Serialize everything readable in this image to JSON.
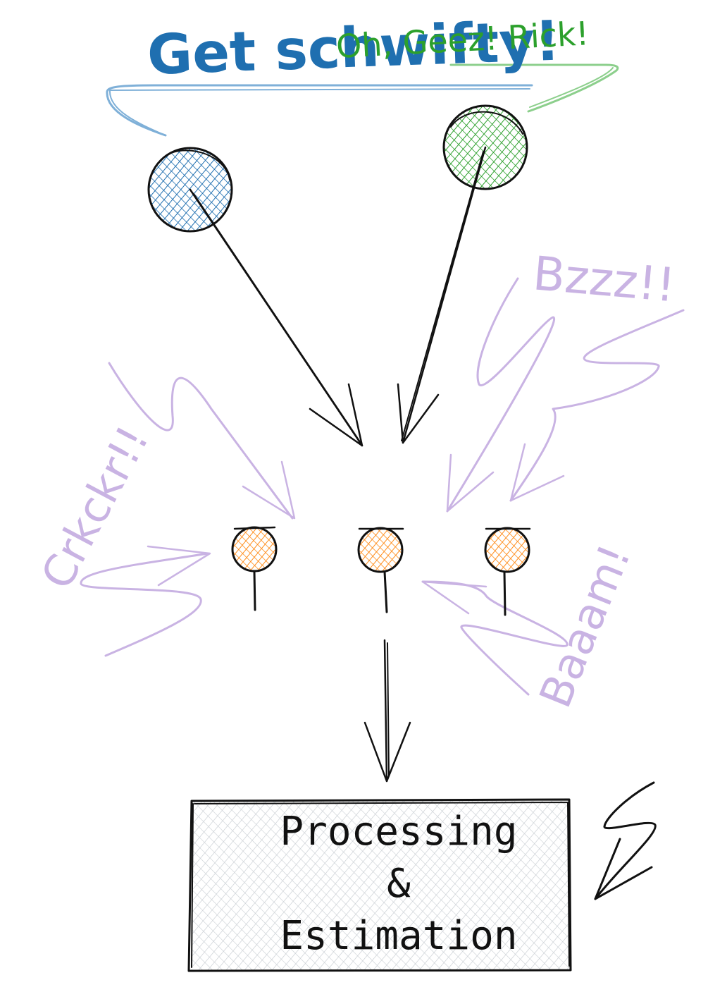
{
  "speech": {
    "blue": "Get schwifty!",
    "green": "Oh, Geez! Rick!"
  },
  "noise": {
    "left": "Crkckr!!",
    "right_top": "Bzzz!!",
    "right_bottom": "Baaam!"
  },
  "process_box": {
    "line1": "Processing",
    "line2": "&",
    "line3": "Estimation"
  },
  "colors": {
    "blue": "#1f6fb0",
    "green": "#2ca02c",
    "orange": "#ff8c1a",
    "purple": "#c9b3e3",
    "box_fill": "#c9ced3",
    "ink": "#111111"
  }
}
